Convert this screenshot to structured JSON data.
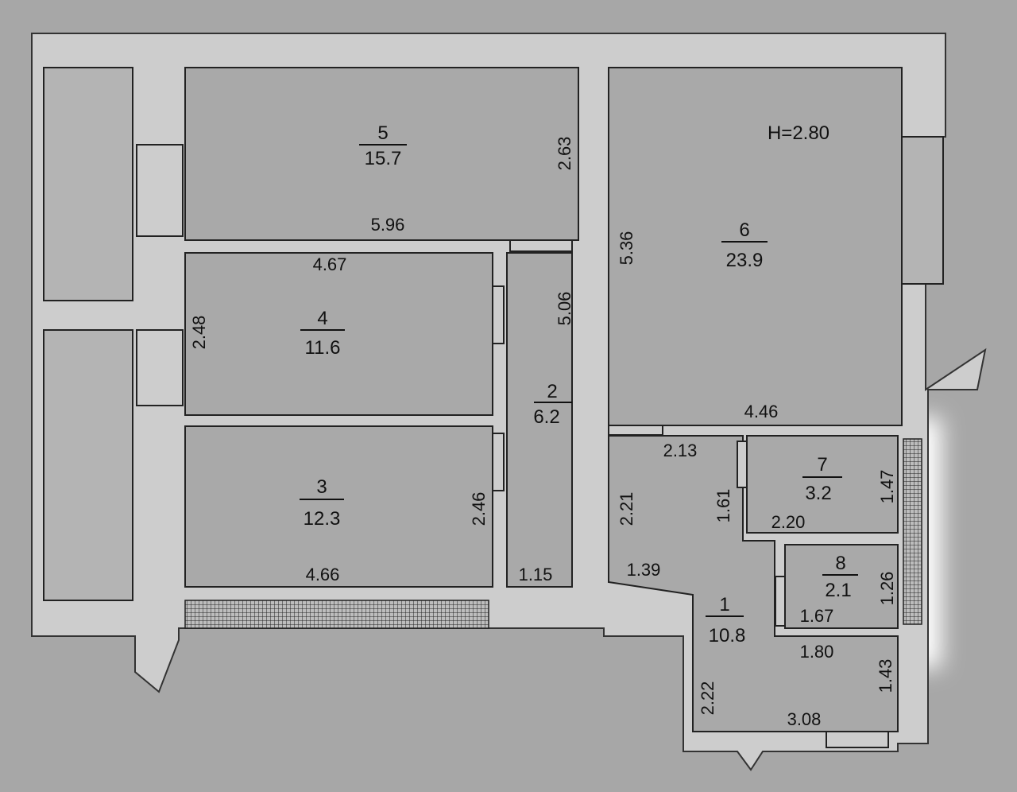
{
  "ceiling_height": "H=2.80",
  "rooms": [
    {
      "number": "1",
      "area": "10.8"
    },
    {
      "number": "2",
      "area": "6.2"
    },
    {
      "number": "3",
      "area": "12.3"
    },
    {
      "number": "4",
      "area": "11.6"
    },
    {
      "number": "5",
      "area": "15.7"
    },
    {
      "number": "6",
      "area": "23.9"
    },
    {
      "number": "7",
      "area": "3.2"
    },
    {
      "number": "8",
      "area": "2.1"
    }
  ],
  "dimensions": {
    "r5_height": "2.63",
    "r5_width": "5.96",
    "r4_width": "4.67",
    "r4_height": "2.48",
    "r2_height": "5.06",
    "r2_width": "1.15",
    "r3_height": "2.46",
    "r3_width": "4.66",
    "r6_height": "5.36",
    "r6_width": "4.46",
    "r1_a": "2.13",
    "r1_b": "2.21",
    "r1_c": "1.39",
    "r1_d": "2.22",
    "r1_e": "3.08",
    "r1_f": "1.43",
    "r1_g": "1.80",
    "r7_h1": "1.61",
    "r7_w": "2.20",
    "r7_h2": "1.47",
    "r8_w": "1.67",
    "r8_h": "1.26"
  }
}
